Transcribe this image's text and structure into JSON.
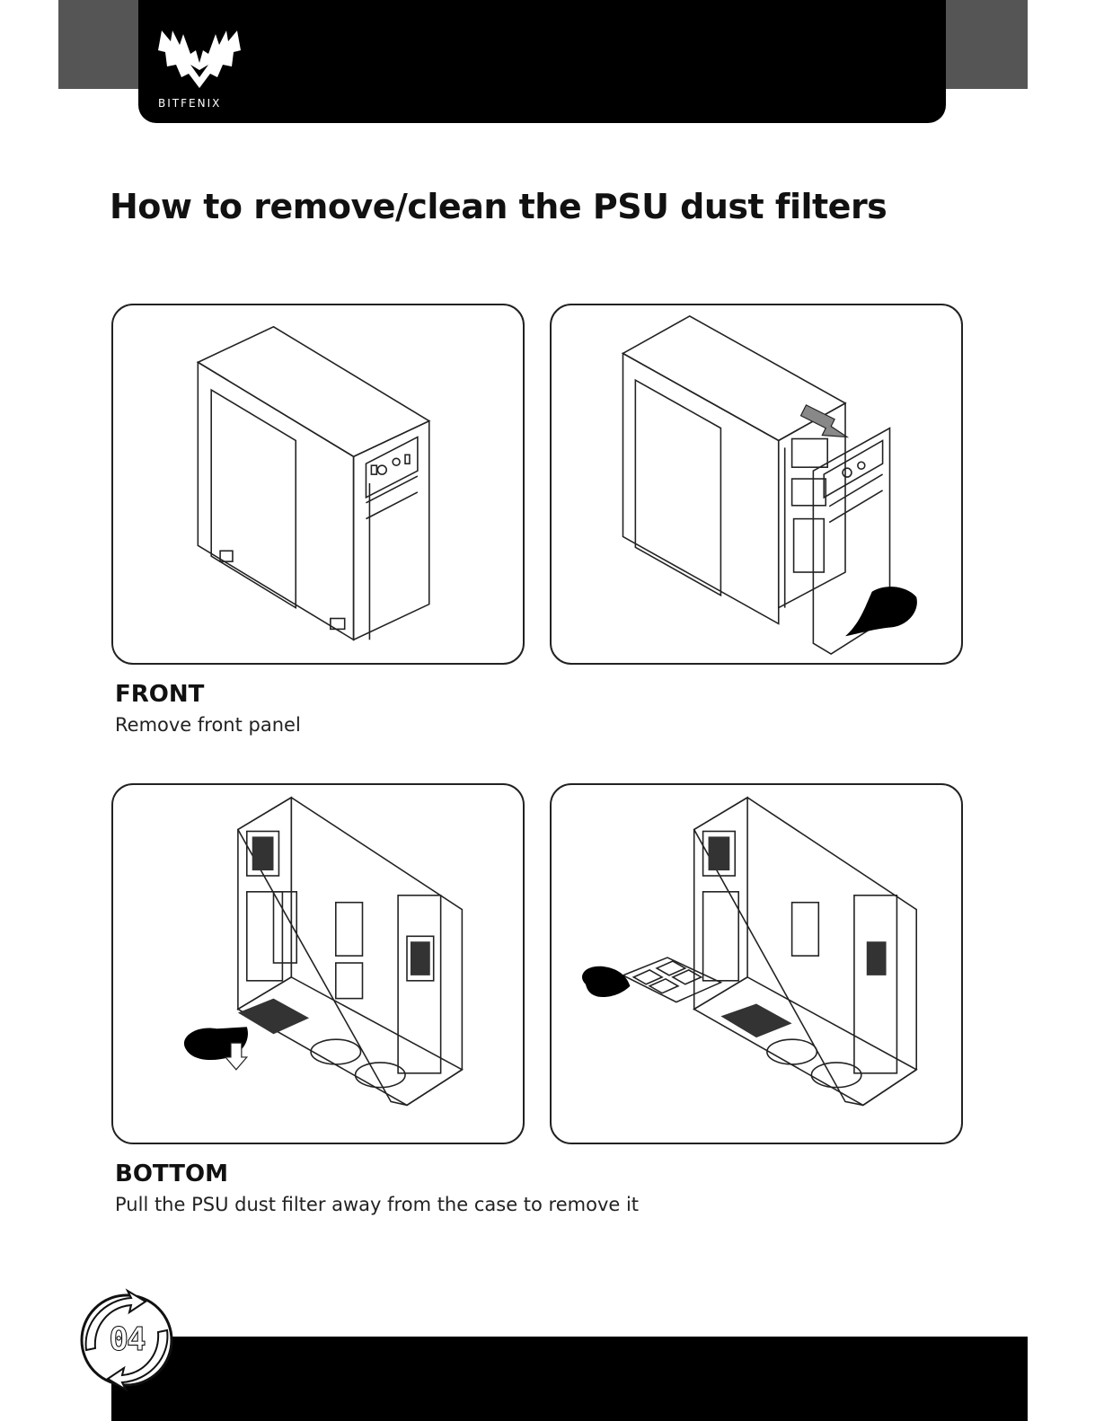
{
  "brand": {
    "name": "BITFENIX"
  },
  "page": {
    "title": "How to remove/clean the PSU dust filters",
    "number": "04"
  },
  "sections": [
    {
      "title": "FRONT",
      "description": "Remove front panel"
    },
    {
      "title": "BOTTOM",
      "description": "Pull the PSU dust filter away from the case to remove it"
    }
  ],
  "illustrations": [
    {
      "icon": "pc-case-closed-icon"
    },
    {
      "icon": "front-panel-removal-icon"
    },
    {
      "icon": "case-bottom-filter-icon"
    },
    {
      "icon": "filter-pull-out-icon"
    }
  ]
}
